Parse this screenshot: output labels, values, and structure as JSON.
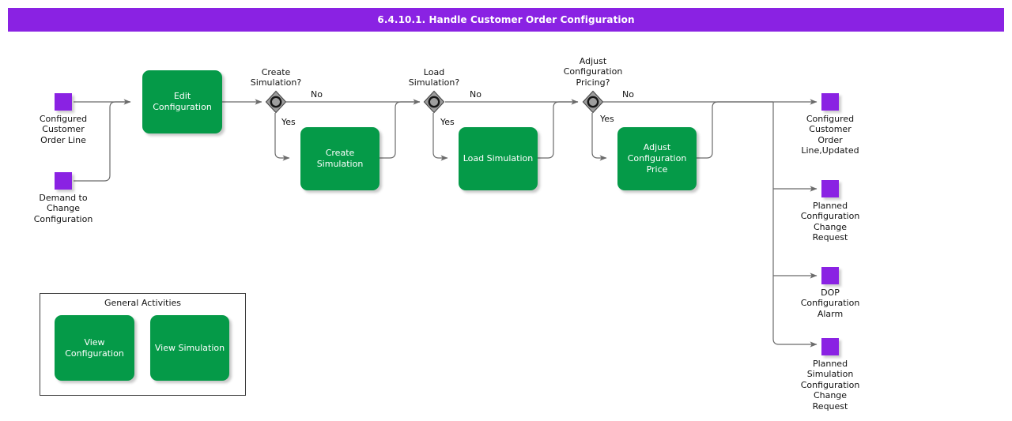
{
  "header": {
    "title": "6.4.10.1. Handle Customer Order Configuration",
    "bar_color": "#8A22E3",
    "text_color": "#ffffff"
  },
  "colors": {
    "task_green": "#059A48",
    "data_purple": "#8A22E3",
    "gateway_gray": "#9E9E9E",
    "connector": "#6b6b6b"
  },
  "inputs": [
    {
      "name": "configured-customer-order-line",
      "label": "Configured\nCustomer\nOrder Line"
    },
    {
      "name": "demand-to-change-configuration",
      "label": "Demand to\nChange\nConfiguration"
    }
  ],
  "tasks": [
    {
      "name": "edit-configuration",
      "label": "Edit\nConfiguration"
    },
    {
      "name": "create-simulation",
      "label": "Create\nSimulation"
    },
    {
      "name": "load-simulation",
      "label": "Load Simulation"
    },
    {
      "name": "adjust-configuration-price",
      "label": "Adjust\nConfiguration\nPrice"
    }
  ],
  "gateways": [
    {
      "name": "create-simulation-gateway",
      "label": "Create\nSimulation?",
      "yes": "Yes",
      "no": "No"
    },
    {
      "name": "load-simulation-gateway",
      "label": "Load\nSimulation?",
      "yes": "Yes",
      "no": "No"
    },
    {
      "name": "adjust-configuration-pricing-gateway",
      "label": "Adjust\nConfiguration\nPricing?",
      "yes": "Yes",
      "no": "No"
    }
  ],
  "outputs": [
    {
      "name": "configured-customer-order-line-updated",
      "label": "Configured\nCustomer\nOrder\nLine,Updated"
    },
    {
      "name": "planned-configuration-change-request",
      "label": "Planned\nConfiguration\nChange\nRequest"
    },
    {
      "name": "dop-configuration-alarm",
      "label": "DOP\nConfiguration\nAlarm"
    },
    {
      "name": "planned-simulation-configuration-change-request",
      "label": "Planned\nSimulation\nConfiguration\nChange\nRequest"
    }
  ],
  "general_activities": {
    "title": "General Activities",
    "items": [
      {
        "name": "view-configuration",
        "label": "View\nConfiguration"
      },
      {
        "name": "view-simulation",
        "label": "View Simulation"
      }
    ]
  }
}
